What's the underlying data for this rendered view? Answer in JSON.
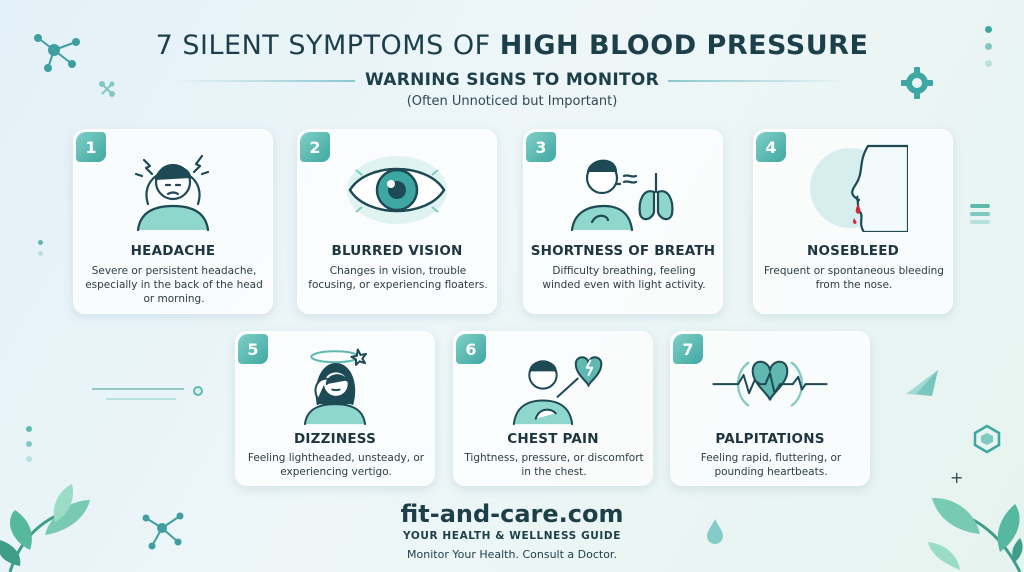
{
  "header": {
    "title_prefix": "7 SILENT SYMPTOMS OF ",
    "title_bold": "HIGH BLOOD PRESSURE",
    "subtitle": "WARNING SIGNS TO MONITOR",
    "subnote": "(Often Unnoticed but Important)"
  },
  "symptoms": [
    {
      "number": "1",
      "title": "HEADACHE",
      "description": "Severe or persistent headache, especially in the back of the head or morning.",
      "icon": "headache-icon"
    },
    {
      "number": "2",
      "title": "BLURRED VISION",
      "description": "Changes in vision, trouble focusing, or experiencing floaters.",
      "icon": "eye-icon"
    },
    {
      "number": "3",
      "title": "SHORTNESS OF BREATH",
      "description": "Difficulty breathing, feeling winded even with light activity.",
      "icon": "lungs-icon"
    },
    {
      "number": "4",
      "title": "NOSEBLEED",
      "description": "Frequent or spontaneous bleeding from the nose.",
      "icon": "nose-icon"
    },
    {
      "number": "5",
      "title": "DIZZINESS",
      "description": "Feeling lightheaded, unsteady, or experiencing vertigo.",
      "icon": "dizzy-icon"
    },
    {
      "number": "6",
      "title": "CHEST PAIN",
      "description": "Tightness, pressure, or discomfort in the chest.",
      "icon": "chest-pain-icon"
    },
    {
      "number": "7",
      "title": "PALPITATIONS",
      "description": "Feeling rapid, fluttering, or pounding heartbeats.",
      "icon": "heartbeat-icon"
    }
  ],
  "footer": {
    "site": "fit-and-care.com",
    "guide": "YOUR HEALTH & WELLNESS GUIDE",
    "tagline": "Monitor Your Health. Consult a Doctor."
  },
  "colors": {
    "accent": "#3fa7a3",
    "text": "#1d3f4a",
    "blood": "#d2283c"
  }
}
